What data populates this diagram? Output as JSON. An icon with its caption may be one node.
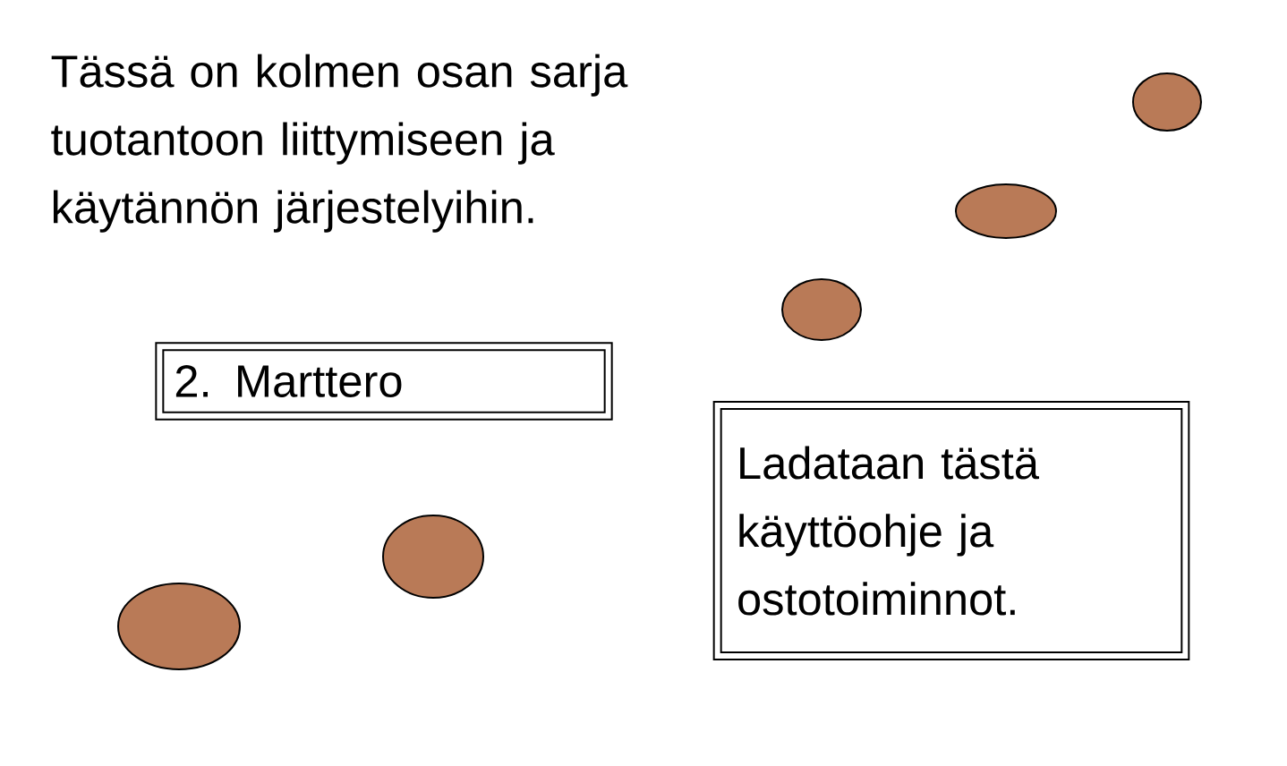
{
  "diagram": {
    "nodes": [
      {
        "text": [
          "2. Marttero"
        ]
      },
      {
        "text": [
          "Ladataan tästä käyttöohje ja ostotoiminnot."
        ]
      }
    ],
    "labels": [
      "Tässä on kolmen osan sarja tuotantoon liittymiseen ja käytännön järjestelyihin."
    ]
  }
}
